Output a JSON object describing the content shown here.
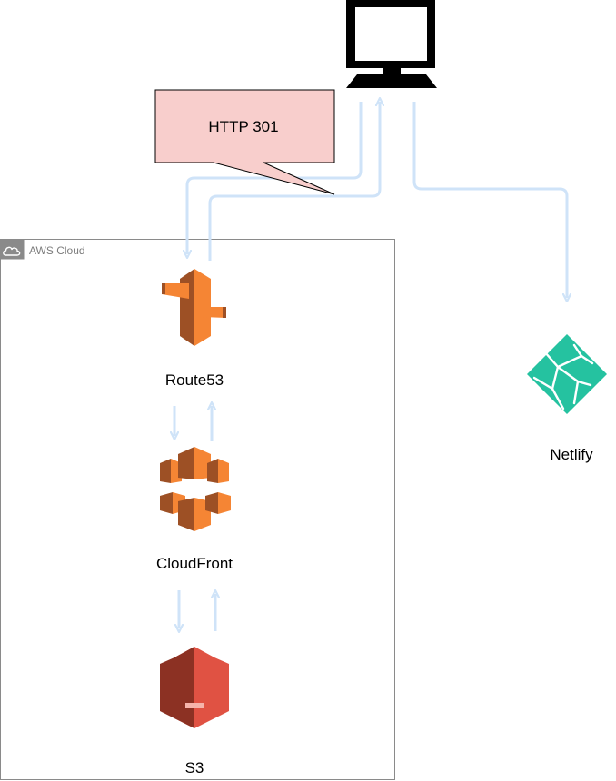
{
  "group": {
    "label": "AWS Cloud",
    "icon": "cloud-icon",
    "border_color": "#8a8a8a"
  },
  "callout": {
    "text": "HTTP 301",
    "fill": "#f8cecc",
    "stroke": "#000000"
  },
  "nodes": {
    "client": {
      "icon": "computer-monitor-icon"
    },
    "route53": {
      "label": "Route53",
      "icon": "aws-route53-icon"
    },
    "cloudfront": {
      "label": "CloudFront",
      "icon": "aws-cloudfront-icon"
    },
    "s3": {
      "label": "S3",
      "icon": "aws-s3-icon"
    },
    "netlify": {
      "label": "Netlify",
      "icon": "netlify-icon"
    }
  },
  "colors": {
    "connector": "#cfe3f8",
    "aws_orange": "#f58534",
    "aws_orange_dark": "#9d5025",
    "s3_red": "#e05243",
    "s3_red_dark": "#8c3123",
    "netlify_teal": "#25c2a0"
  }
}
